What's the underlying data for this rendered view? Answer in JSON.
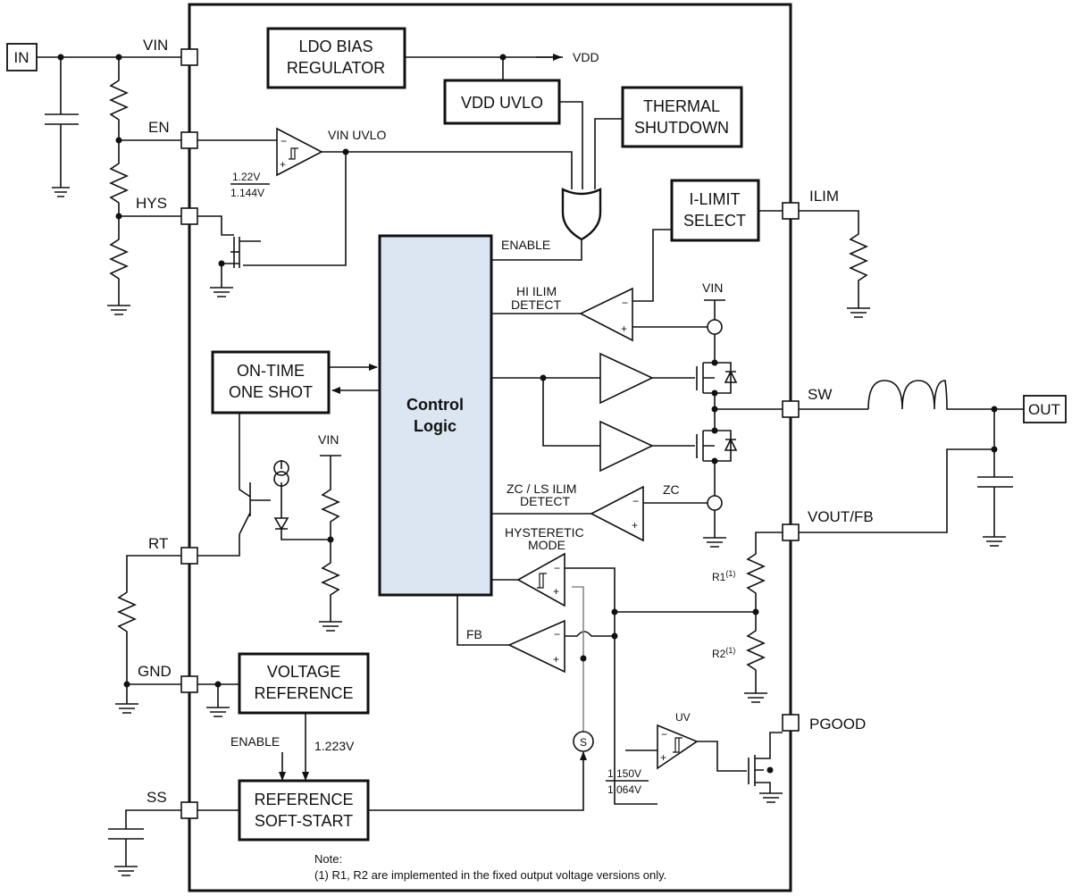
{
  "pins": {
    "vin": "VIN",
    "en": "EN",
    "hys": "HYS",
    "rt": "RT",
    "gnd": "GND",
    "ss": "SS",
    "ilim": "ILIM",
    "sw": "SW",
    "vout_fb": "VOUT/FB",
    "pgood": "PGOOD"
  },
  "terminals": {
    "in": "IN",
    "out": "OUT"
  },
  "blocks": {
    "ldo": [
      "LDO BIAS",
      "REGULATOR"
    ],
    "vdd_uvlo": "VDD UVLO",
    "thermal": [
      "THERMAL",
      "SHUTDOWN"
    ],
    "ilimit": [
      "I-LIMIT",
      "SELECT"
    ],
    "control": [
      "Control",
      "Logic"
    ],
    "ontime": [
      "ON-TIME",
      "ONE SHOT"
    ],
    "vref": [
      "VOLTAGE",
      "REFERENCE"
    ],
    "softstart": [
      "REFERENCE",
      "SOFT-START"
    ]
  },
  "signals": {
    "vdd": "VDD",
    "vin_uvlo": "VIN UVLO",
    "enable": "ENABLE",
    "hi_ilim": [
      "HI ILIM",
      "DETECT"
    ],
    "vin_top": "VIN",
    "vin_rt": "VIN",
    "zc_detect": [
      "ZC / LS ILIM",
      "DETECT"
    ],
    "zc": "ZC",
    "hysteretic": [
      "HYSTERETIC",
      "MODE"
    ],
    "fb": "FB",
    "enable_ss": "ENABLE",
    "ref_voltage": "1.223V",
    "uv": "UV",
    "switch_s": "S"
  },
  "thresholds": {
    "uvlo_high": "1.22V",
    "uvlo_low": "1.144V",
    "uv_high": "1.150V",
    "uv_low": "1.064V"
  },
  "components": {
    "r1": "R1",
    "r1_sup": "(1)",
    "r2": "R2",
    "r2_sup": "(1)"
  },
  "note": {
    "title": "Note:",
    "text": "(1)  R1, R2 are implemented in the fixed output voltage versions only."
  },
  "colors": {
    "control_fill": "#dce6f2",
    "wire": "#111111",
    "sense_wire": "#888888"
  }
}
